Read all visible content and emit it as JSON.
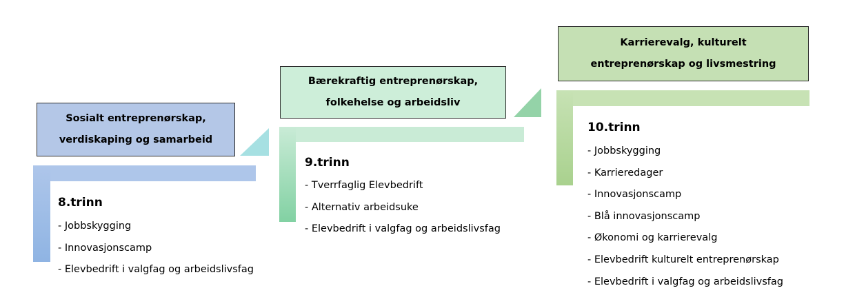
{
  "colors": {
    "blue_box": "#b4c7e7",
    "blue_bar_top": "#aec6ea",
    "blue_bar_bottom": "#8fb4e3",
    "teal_triangle": "#a6e0e2",
    "green_box": "#cdeed9",
    "green_bar_top": "#c9ebd6",
    "green_bar_bottom": "#82d1a3",
    "green_triangle": "#94d3a8",
    "olive_box": "#c5e0b4",
    "olive_bar_top": "#c7e2b4",
    "olive_bar_bottom": "#a9d18e",
    "olive_triangle": "#c5e0b4"
  },
  "steps": [
    {
      "title_line1": "Sosialt entreprenørskap,",
      "title_line2": "verdiskaping og samarbeid",
      "heading": "8.trinn",
      "items": [
        "- Jobbskygging",
        "- Innovasjonscamp",
        "- Elevbedrift i valgfag og arbeidslivsfag"
      ]
    },
    {
      "title_line1": "Bærekraftig entreprenørskap,",
      "title_line2": "folkehelse og arbeidsliv",
      "heading": "9.trinn",
      "items": [
        "- Tverrfaglig Elevbedrift",
        "- Alternativ arbeidsuke",
        "- Elevbedrift i valgfag og arbeidslivsfag"
      ]
    },
    {
      "title_line1": "Karrierevalg, kulturelt",
      "title_line2": "entreprenørskap og livsmestring",
      "heading": "10.trinn",
      "items": [
        "- Jobbskygging",
        "- Karrieredager",
        "- Innovasjonscamp",
        "- Blå innovasjonscamp",
        "- Økonomi og karrierevalg",
        "- Elevbedrift kulturelt entreprenørskap",
        "- Elevbedrift i valgfag og arbeidslivsfag"
      ]
    }
  ]
}
